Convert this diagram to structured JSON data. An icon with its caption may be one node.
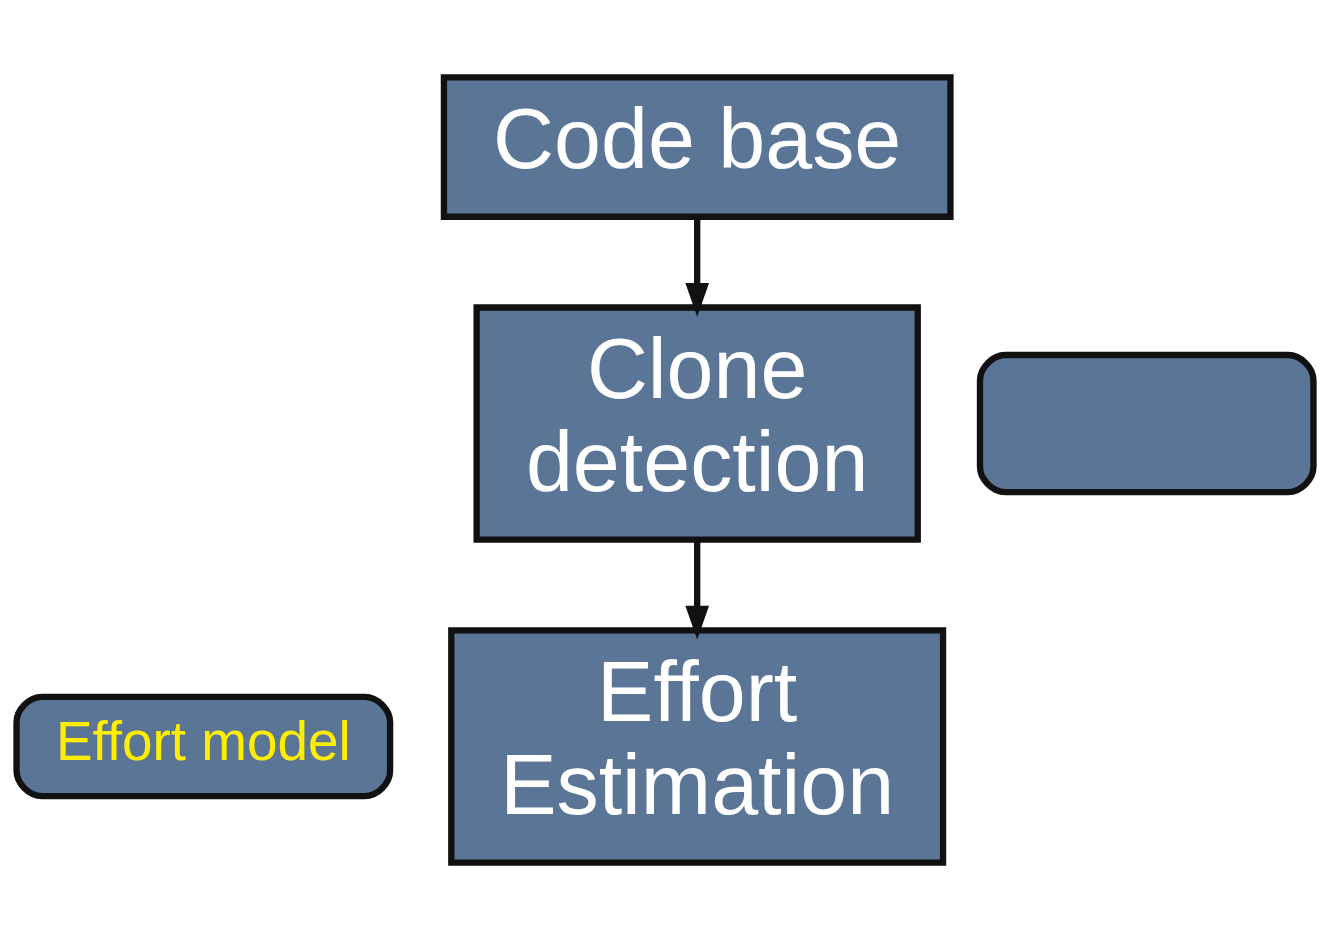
{
  "diagram": {
    "nodes": [
      {
        "text": [
          "Code base"
        ]
      },
      {
        "text": [
          "Clone detection"
        ]
      },
      {
        "text": [],
        "shape": "box"
      },
      {
        "text": [
          "Effort model"
        ]
      },
      {
        "text": [
          "Effort Estimation"
        ]
      }
    ],
    "edges": [
      {
        "from": 0,
        "to": 1,
        "arrow": "to"
      },
      {
        "from": 1,
        "to": 4,
        "arrow": "to"
      }
    ]
  }
}
